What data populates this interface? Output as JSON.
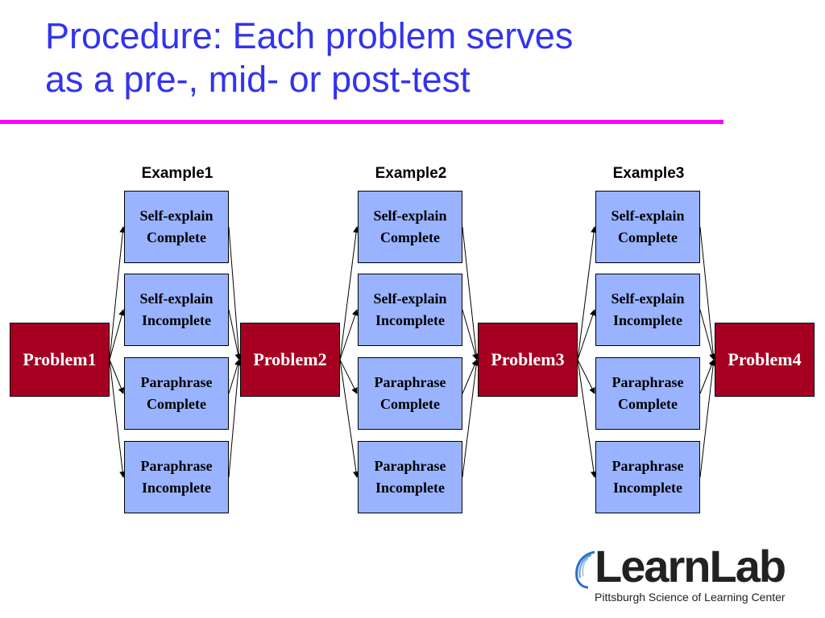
{
  "title": {
    "line1": "Procedure:  Each problem serves",
    "line2": "as a pre-, mid- or post-test"
  },
  "examples": [
    {
      "label": "Example1",
      "conditions": [
        {
          "line1": "Self-explain",
          "line2": "Complete"
        },
        {
          "line1": "Self-explain",
          "line2": "Incomplete"
        },
        {
          "line1": "Paraphrase",
          "line2": "Complete"
        },
        {
          "line1": "Paraphrase",
          "line2": "Incomplete"
        }
      ]
    },
    {
      "label": "Example2",
      "conditions": [
        {
          "line1": "Self-explain",
          "line2": "Complete"
        },
        {
          "line1": "Self-explain",
          "line2": "Incomplete"
        },
        {
          "line1": "Paraphrase",
          "line2": "Complete"
        },
        {
          "line1": "Paraphrase",
          "line2": "Incomplete"
        }
      ]
    },
    {
      "label": "Example3",
      "conditions": [
        {
          "line1": "Self-explain",
          "line2": "Complete"
        },
        {
          "line1": "Self-explain",
          "line2": "Incomplete"
        },
        {
          "line1": "Paraphrase",
          "line2": "Complete"
        },
        {
          "line1": "Paraphrase",
          "line2": "Incomplete"
        }
      ]
    }
  ],
  "problems": [
    "Problem1",
    "Problem2",
    "Problem3",
    "Problem4"
  ],
  "logo": {
    "wordmark": "LearnLab",
    "subtitle": "Pittsburgh Science of Learning Center"
  },
  "colors": {
    "title": "#3333ee",
    "title_rule": "#ff00ff",
    "condition_fill": "#99b3ff",
    "problem_fill": "#a50021",
    "problem_text": "#ffffff"
  }
}
